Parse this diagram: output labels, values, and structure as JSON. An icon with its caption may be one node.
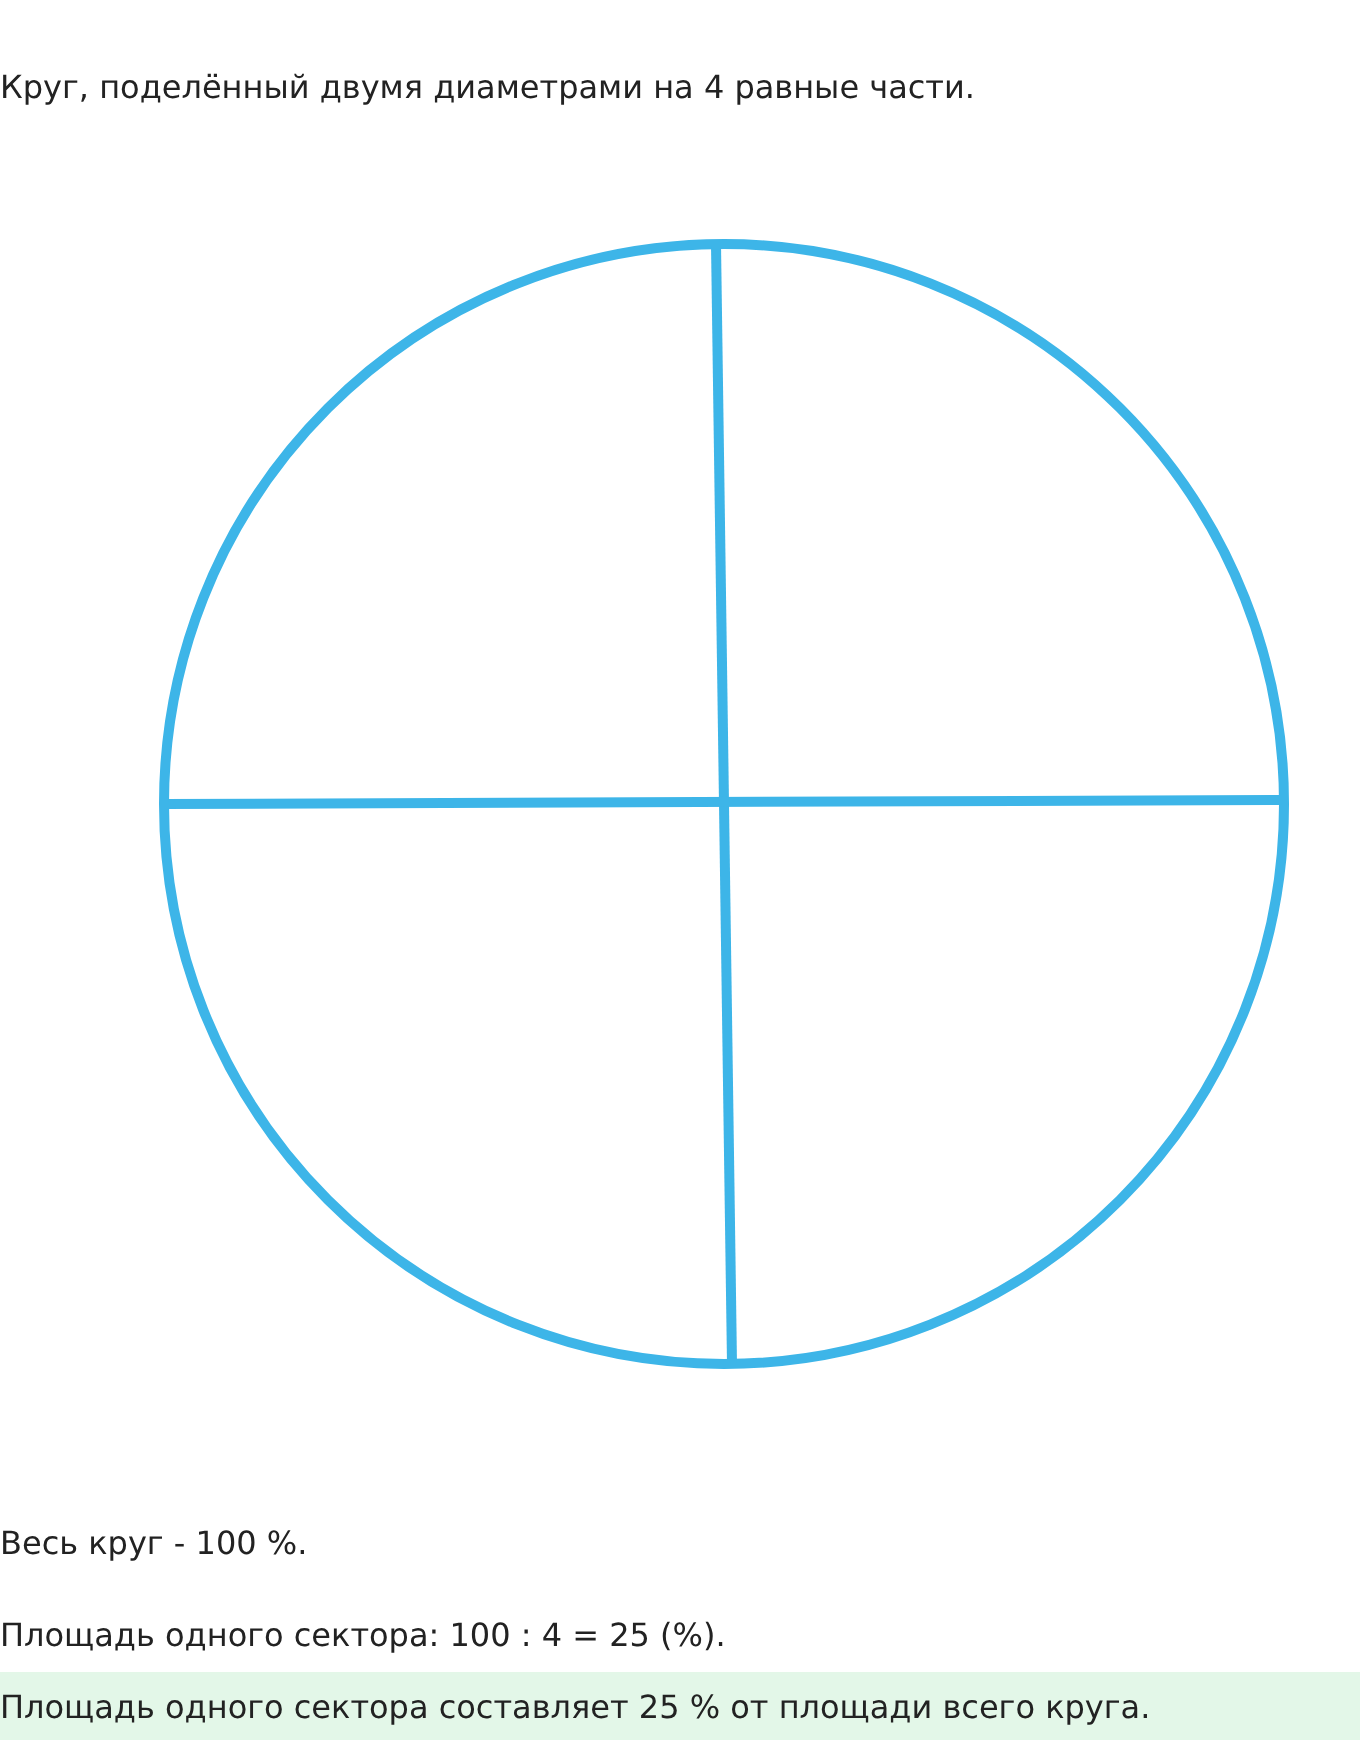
{
  "diagram": {
    "title": "Круг, поделённый двумя диаметрами на 4 равные части.",
    "labels": [
      "Весь круг - 100 %.",
      "Площадь одного сектора: 100 : 4 = 25 (%).",
      "Площадь одного сектора составляет 25 % от площади всего круга."
    ]
  }
}
